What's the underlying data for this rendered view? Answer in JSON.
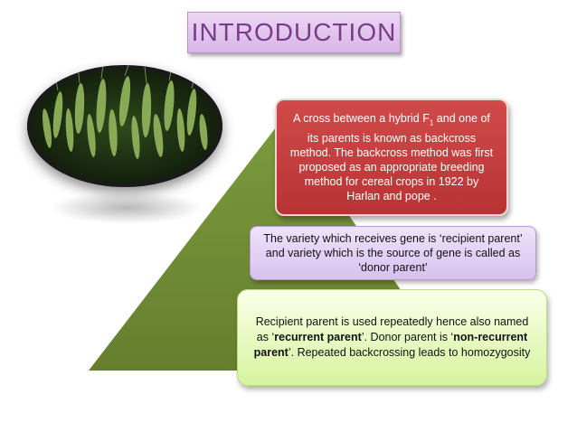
{
  "slide": {
    "title": "INTRODUCTION",
    "image": {
      "alt": "wheat-field-photo"
    },
    "boxes": [
      {
        "text_before_sub": "A cross between a hybrid F",
        "subscript": "1",
        "text_after_sub": " and one of its parents is known as backcross method. The backcross method was first proposed as an appropriate breeding method for cereal crops in 1922 by Harlan and pope .",
        "color": "#c0403f"
      },
      {
        "text": "The variety which receives gene is ‘recipient parent’ and variety which is the source of gene is called as ‘donor parent’",
        "color": "#e3d4f6"
      },
      {
        "part1": "Recipient parent is used repeatedly hence also named as ‘",
        "bold1": "recurrent parent",
        "part2": "’. Donor parent is ‘",
        "bold2": "non-recurrent parent",
        "part3": "’. Repeated backcrossing leads to homozygosity",
        "color": "#e9fbc6"
      }
    ],
    "pyramid_color": "#6f8f35"
  }
}
